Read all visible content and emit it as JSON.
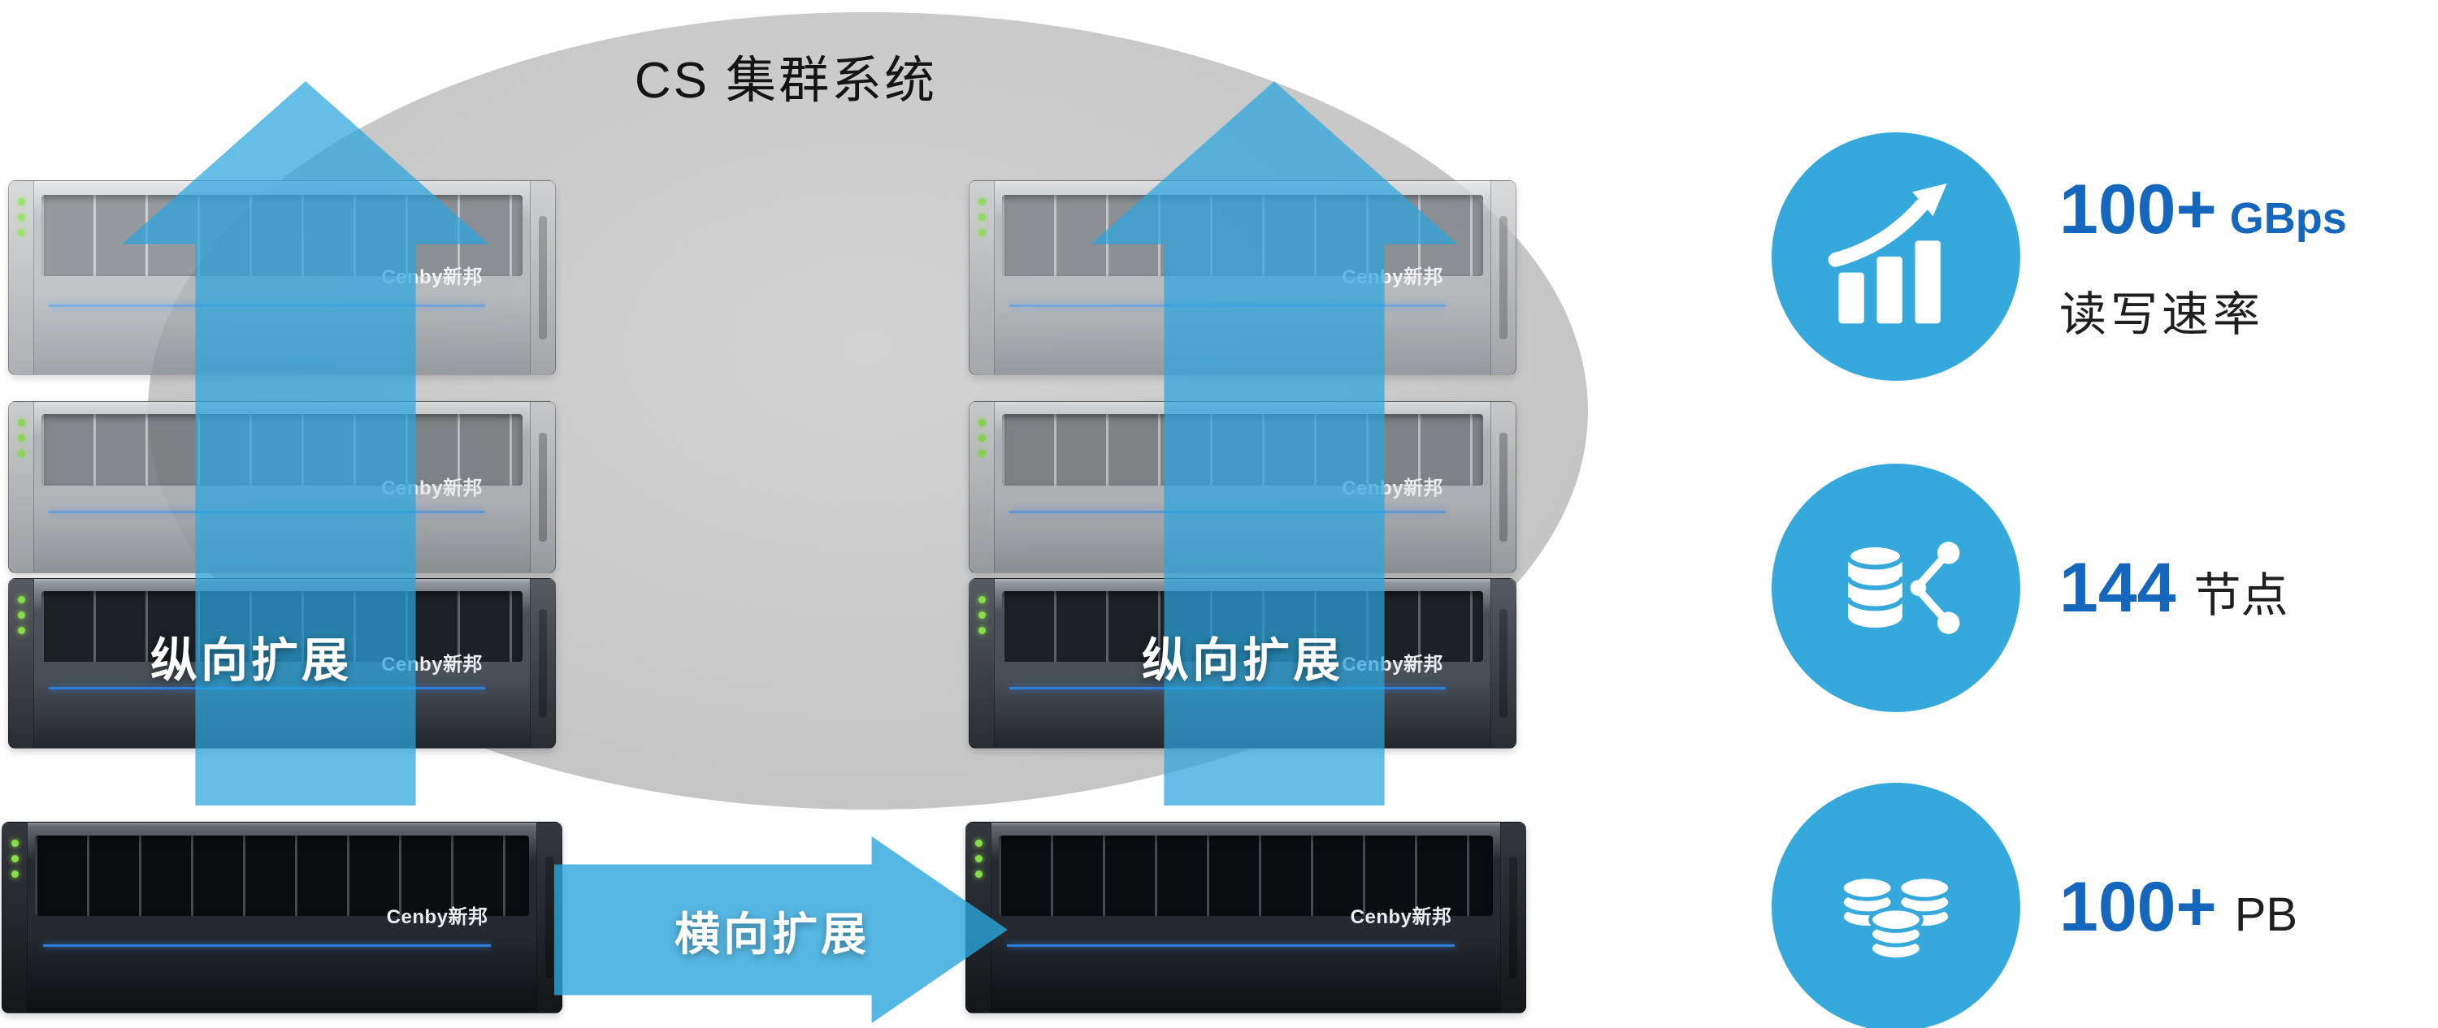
{
  "title": "CS 集群系统",
  "brand": {
    "logo": "Cenby新邦"
  },
  "labels": {
    "vertical_scale": "纵向扩展",
    "horizontal_scale": "横向扩展"
  },
  "stats": [
    {
      "icon": "growth-chart-icon",
      "value": "100+",
      "unit": "GBps",
      "desc": "读写速率"
    },
    {
      "icon": "database-nodes-icon",
      "value": "144",
      "unit": "节点"
    },
    {
      "icon": "storage-capacity-icon",
      "value": "100+",
      "unit": "PB"
    }
  ],
  "colors": {
    "icon_blue": "#35a8dc",
    "value_blue": "#1566bd",
    "arrow_blue": "#2aa5dc",
    "ellipse_gray": "#c9c9c9",
    "led_green": "#86dd47",
    "panel_blue_line": "#2e7fd8"
  }
}
